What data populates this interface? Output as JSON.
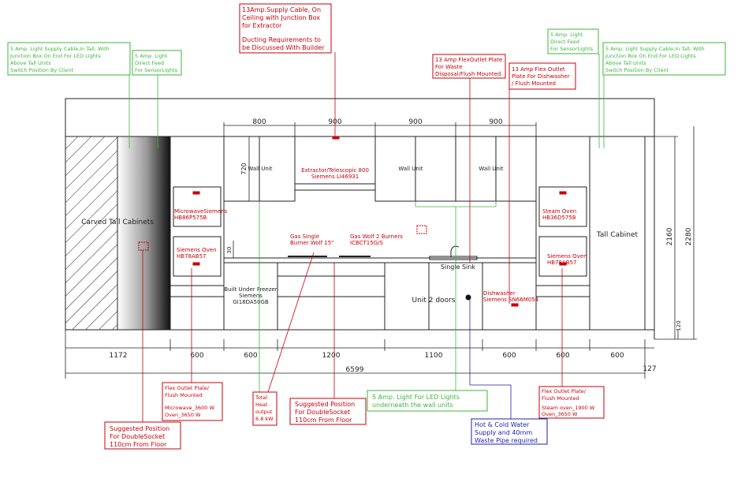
{
  "colors": {
    "red": "#c8000a",
    "green": "#3cb43c",
    "blue": "#1e1eb4",
    "line": "#222222",
    "bg": "#ffffff"
  },
  "dims": {
    "top": [
      "800",
      "900",
      "900",
      "900"
    ],
    "bottom": [
      "1172",
      "600",
      "600",
      "1200",
      "1100",
      "600",
      "600",
      "600"
    ],
    "total": "6599",
    "right_end": "127",
    "h2160": "2160",
    "h2280": "2280",
    "h120": "120",
    "h720": "720",
    "h30": "30"
  },
  "units": {
    "carved": "Carved Tall Cabinets",
    "wall1": "Wall Unit",
    "wall2": "Wall Unit",
    "wall3": "Wall Unit",
    "tall": "Tall Cabinet",
    "freezer": [
      "Built Under Freezer",
      "Siemens",
      "GI18DA50GB"
    ],
    "unit2": "Unit 2 doors",
    "sink": "Single Sink"
  },
  "appliances": {
    "microwave": [
      "MicrowaveSiemens",
      "HB86P575B"
    ],
    "oven_left": [
      "Siemens Oven",
      "HB78AB57"
    ],
    "steam": [
      "Steam Oven",
      "HB36D575B"
    ],
    "oven_right": [
      "Siemens Oven",
      "HB78AB57"
    ],
    "extractor": [
      "Extractor/Telescopic 800",
      "Siemens LI46931"
    ],
    "gas_single": [
      "Gas Single",
      "Burner Wolf 15\""
    ],
    "gas_wolf": [
      "Gas Wolf 2 Burners",
      "ICBCT15G/S"
    ],
    "dishwasher": [
      "Dishwasher",
      "Siemens SN66M054"
    ]
  },
  "notes": {
    "supply_cable": [
      "13Amp.Supply Cable, On",
      "Ceiling with Junction Box",
      "for Extractor",
      "",
      "Ducting Requirements to",
      "be Discussed With Builder"
    ],
    "flex_waste": [
      "13 Amp FlexOutlet Plate",
      "For Waste",
      "Disposal/Flush Mounted"
    ],
    "flex_dish": [
      "13 Amp Flex Outlet",
      "Plate For Dishwasher",
      "/ Flush Mounted"
    ],
    "light_left": [
      "5 Amp. Light Supply Cable,In Tall, With",
      "Junction Box On End For LED Lights",
      "Above Tall Units",
      "Switch Position By Client"
    ],
    "feed_left": [
      "5 Amp. Light",
      "Direct Feed",
      "For SensorLights"
    ],
    "feed_right": [
      "5 Amp. Light",
      "Direct Feed",
      "For SensorLights"
    ],
    "light_right": [
      "5 Amp. Light Supply Cable,In Tall, With",
      "Junction Box On End For LED Lights",
      "Above Tall Units",
      "Switch Position By Client"
    ],
    "flex_micro": [
      "Flex Outlet Plate/",
      "Flush Mounted",
      "",
      "Microwave_3600 W",
      "Oven_3650 W"
    ],
    "total_heat": [
      "Total",
      "Heat",
      "output",
      "6.8 kW"
    ],
    "socket_mid": [
      "Suggested Position",
      "For DoubleSocket",
      "110cm From Floor"
    ],
    "led_under": [
      "5 Amp. Light For LED Lights",
      "underneath the wall units"
    ],
    "water": [
      "Hot & Cold Water",
      "Supply and 40mm",
      "Waste Pipe required"
    ],
    "flex_steam": [
      "Flex Outlet Plate/",
      "Flush Mounted",
      "",
      "Steam oven_1900 W",
      "Oven_3650 W"
    ],
    "socket_left": [
      "Suggested Position",
      "For DoubleSocket",
      "110cm From Floor"
    ]
  }
}
